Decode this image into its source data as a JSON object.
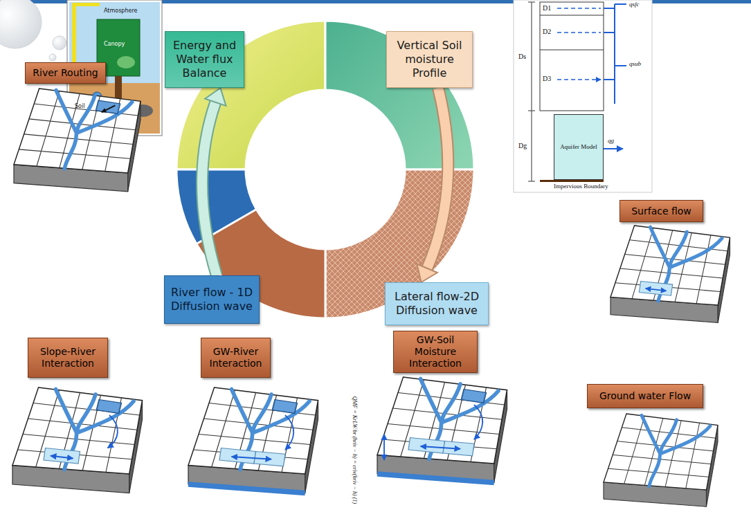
{
  "diagram": {
    "nodes": [
      {
        "text": [
          "Energy and Water flux Balance"
        ]
      },
      {
        "text": [
          "Vertical Soil moisture Profile"
        ]
      },
      {
        "text": [
          "Aquifer Model"
        ]
      },
      {
        "text": [
          "River Routing"
        ]
      },
      {
        "text": [
          "Surface flow"
        ]
      },
      {
        "text": [
          "River flow - 1D Diffusion wave"
        ]
      },
      {
        "text": [
          "Lateral flow-2D Diffusion wave"
        ]
      },
      {
        "text": [
          "Slope-River Interaction"
        ]
      },
      {
        "text": [
          "GW-River Interaction"
        ]
      },
      {
        "text": [
          "GW-Soil Moisture Interaction"
        ]
      },
      {
        "text": [
          "Ground water Flow"
        ]
      }
    ],
    "edges": [
      {
        "from": 1,
        "to": 6,
        "arrow": "to"
      },
      {
        "from": 5,
        "to": 0,
        "arrow": "to"
      }
    ],
    "labels": [
      "D1",
      "D2",
      "D3",
      "Ds",
      "Dg",
      "qsfc",
      "qsub",
      "qg",
      "Impervious Boundary",
      "Atmosphere",
      "Canopy",
      "Soil",
      "QMF = KrLW/br (hriv − h) = criv(hriv − h) (1)"
    ]
  }
}
